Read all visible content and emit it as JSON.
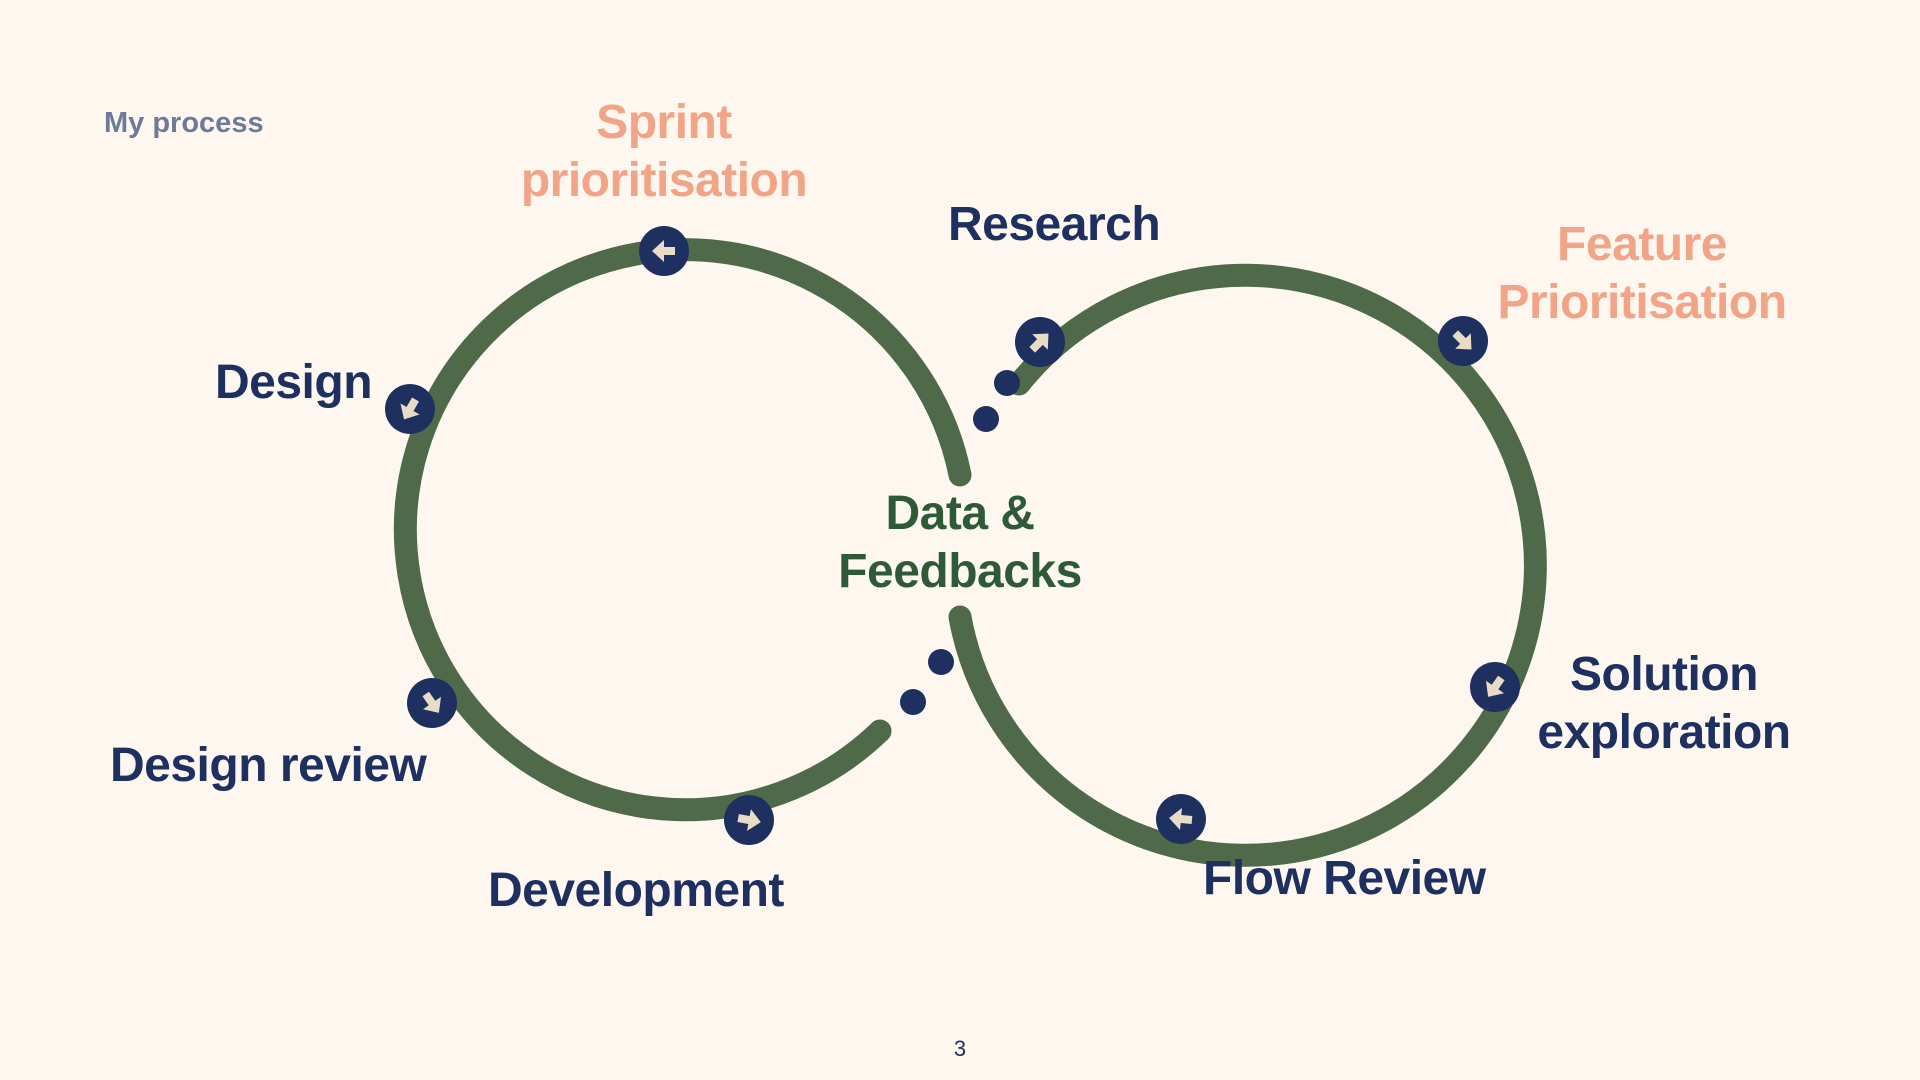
{
  "section_title": "My process",
  "center_label": [
    "Data &",
    "Feedbacks"
  ],
  "steps": {
    "sprint_prioritisation": [
      "Sprint",
      "prioritisation"
    ],
    "design": "Design",
    "design_review": "Design review",
    "development": "Development",
    "research": "Research",
    "feature_prioritisation": [
      "Feature",
      "Prioritisation"
    ],
    "solution_exploration": [
      "Solution",
      "exploration"
    ],
    "flow_review": "Flow Review"
  },
  "page_number": "3",
  "colors": {
    "background": "#fdf7f0",
    "loop": "#4f6a49",
    "node": "#1e3060",
    "node_arrow": "#e9dcc6",
    "primary_text": "#1e3060",
    "accent_text": "#f2a487",
    "center_text": "#2f5a38",
    "section_text": "#6e7a99"
  }
}
